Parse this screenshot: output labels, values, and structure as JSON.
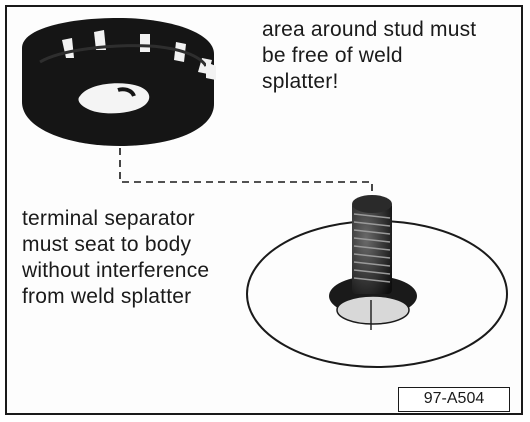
{
  "callouts": {
    "stud_area": "area around stud must\nbe free of weld\nsplatter!",
    "separator": "terminal  separator\nmust seat to body\nwithout interference\nfrom weld splatter"
  },
  "figure_id": "97-A504"
}
